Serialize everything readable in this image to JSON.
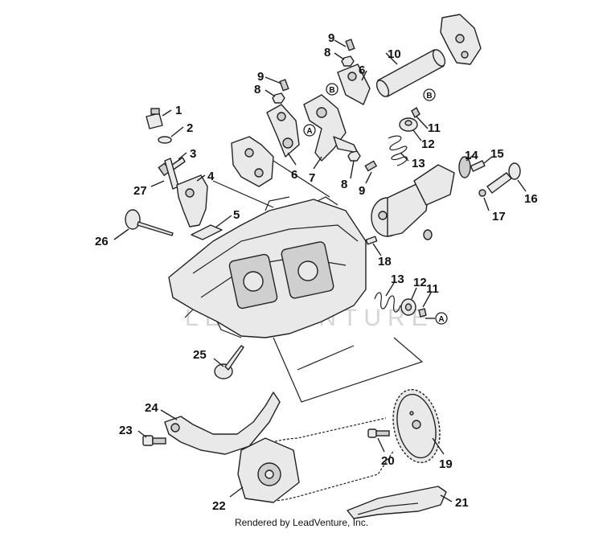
{
  "watermark": "LEADVENTURE",
  "footer": "Rendered by LeadVenture, Inc.",
  "callouts": {
    "c1": "1",
    "c2": "2",
    "c3": "3",
    "c4": "4",
    "c5": "5",
    "c6a": "6",
    "c6b": "6",
    "c7": "7",
    "c8a": "8",
    "c8b": "8",
    "c8c": "8",
    "c9a": "9",
    "c9b": "9",
    "c9c": "9",
    "c10": "10",
    "c11a": "11",
    "c11b": "11",
    "c12a": "12",
    "c12b": "12",
    "c13a": "13",
    "c13b": "13",
    "c14": "14",
    "c15": "15",
    "c16": "16",
    "c17": "17",
    "c18": "18",
    "c19": "19",
    "c20": "20",
    "c21": "21",
    "c22": "22",
    "c23": "23",
    "c24": "24",
    "c25": "25",
    "c26": "26",
    "c27": "27"
  },
  "refs": {
    "ra1": "A",
    "ra2": "A",
    "rb1": "B",
    "rb2": "B"
  }
}
